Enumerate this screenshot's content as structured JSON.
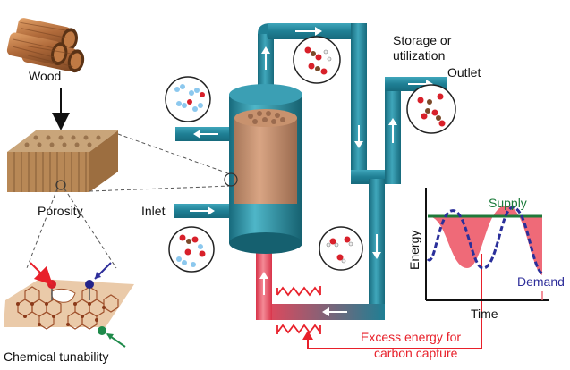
{
  "labels": {
    "wood": "Wood",
    "porosity": "Porosity",
    "chemical_tunability": "Chemical tunability",
    "inlet": "Inlet",
    "outlet": "Outlet",
    "storage_line1": "Storage or",
    "storage_line2": "utilization",
    "excess_line1": "Excess energy for",
    "excess_line2": "carbon capture"
  },
  "graph": {
    "y_label": "Energy",
    "x_label": "Time",
    "supply_label": "Supply",
    "demand_label": "Demand"
  },
  "colors": {
    "pipe": "#1f7f94",
    "pipe_highlight": "#4fb6c8",
    "hot_pipe": "#e54a5c",
    "red_text": "#e8202a",
    "supply": "#1f7a3a",
    "demand": "#2a2f9a",
    "fill_red": "#ef6a78",
    "wood": "#c89066"
  },
  "icons": {
    "wood": "wood-logs-icon",
    "arrow": "white-arrow-icon",
    "molecule": "molecule-bubble-icon",
    "heater": "heater-zigzag-icon"
  }
}
